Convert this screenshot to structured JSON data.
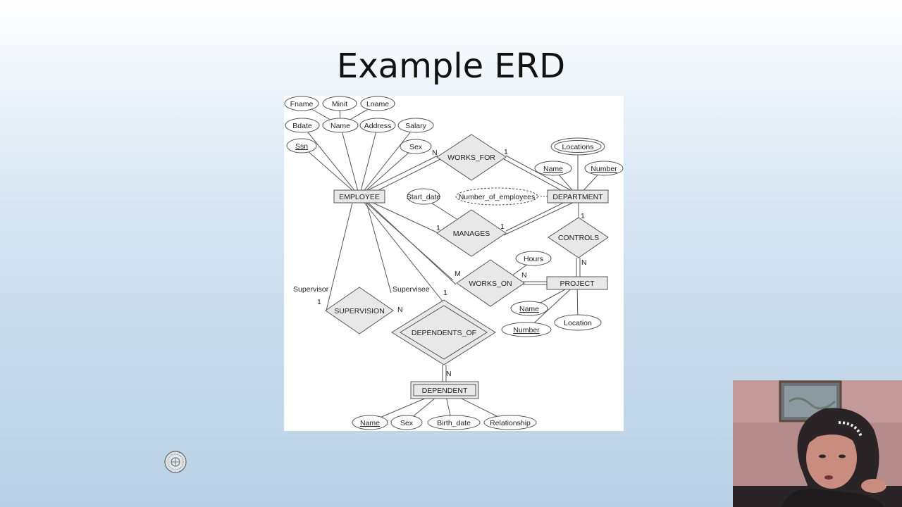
{
  "slide": {
    "title": "Example ERD"
  },
  "erd": {
    "entities": {
      "employee": "EMPLOYEE",
      "department": "DEPARTMENT",
      "project": "PROJECT",
      "dependent": "DEPENDENT"
    },
    "relationships": {
      "works_for": "WORKS_FOR",
      "manages": "MANAGES",
      "controls": "CONTROLS",
      "works_on": "WORKS_ON",
      "supervision": "SUPERVISION",
      "dependents_of": "DEPENDENTS_OF"
    },
    "attributes": {
      "fname": "Fname",
      "minit": "Minit",
      "lname": "Lname",
      "bdate": "Bdate",
      "emp_name": "Name",
      "address": "Address",
      "salary": "Salary",
      "ssn": "Ssn",
      "emp_sex": "Sex",
      "locations": "Locations",
      "dept_name": "Name",
      "dept_number": "Number",
      "start_date": "Start_date",
      "number_of_employees": "Number_of_employees",
      "hours": "Hours",
      "proj_name": "Name",
      "proj_number": "Number",
      "proj_location": "Location",
      "dep_name": "Name",
      "dep_sex": "Sex",
      "birth_date": "Birth_date",
      "relationship": "Relationship"
    },
    "cardinalities": {
      "works_for_emp": "N",
      "works_for_dept": "1",
      "manages_emp": "1",
      "manages_dept": "1",
      "controls_dept": "1",
      "controls_proj": "N",
      "works_on_emp": "M",
      "works_on_proj": "N",
      "supervision_supervisor": "1",
      "supervision_supervisee": "N",
      "dependents_of_emp": "1",
      "dependents_of_dep": "N"
    },
    "roles": {
      "supervisor": "Supervisor",
      "supervisee": "Supervisee"
    }
  },
  "colors": {
    "entity_fill": "#e8e8e8",
    "relationship_fill": "#e8e8e8",
    "line": "#555555"
  }
}
